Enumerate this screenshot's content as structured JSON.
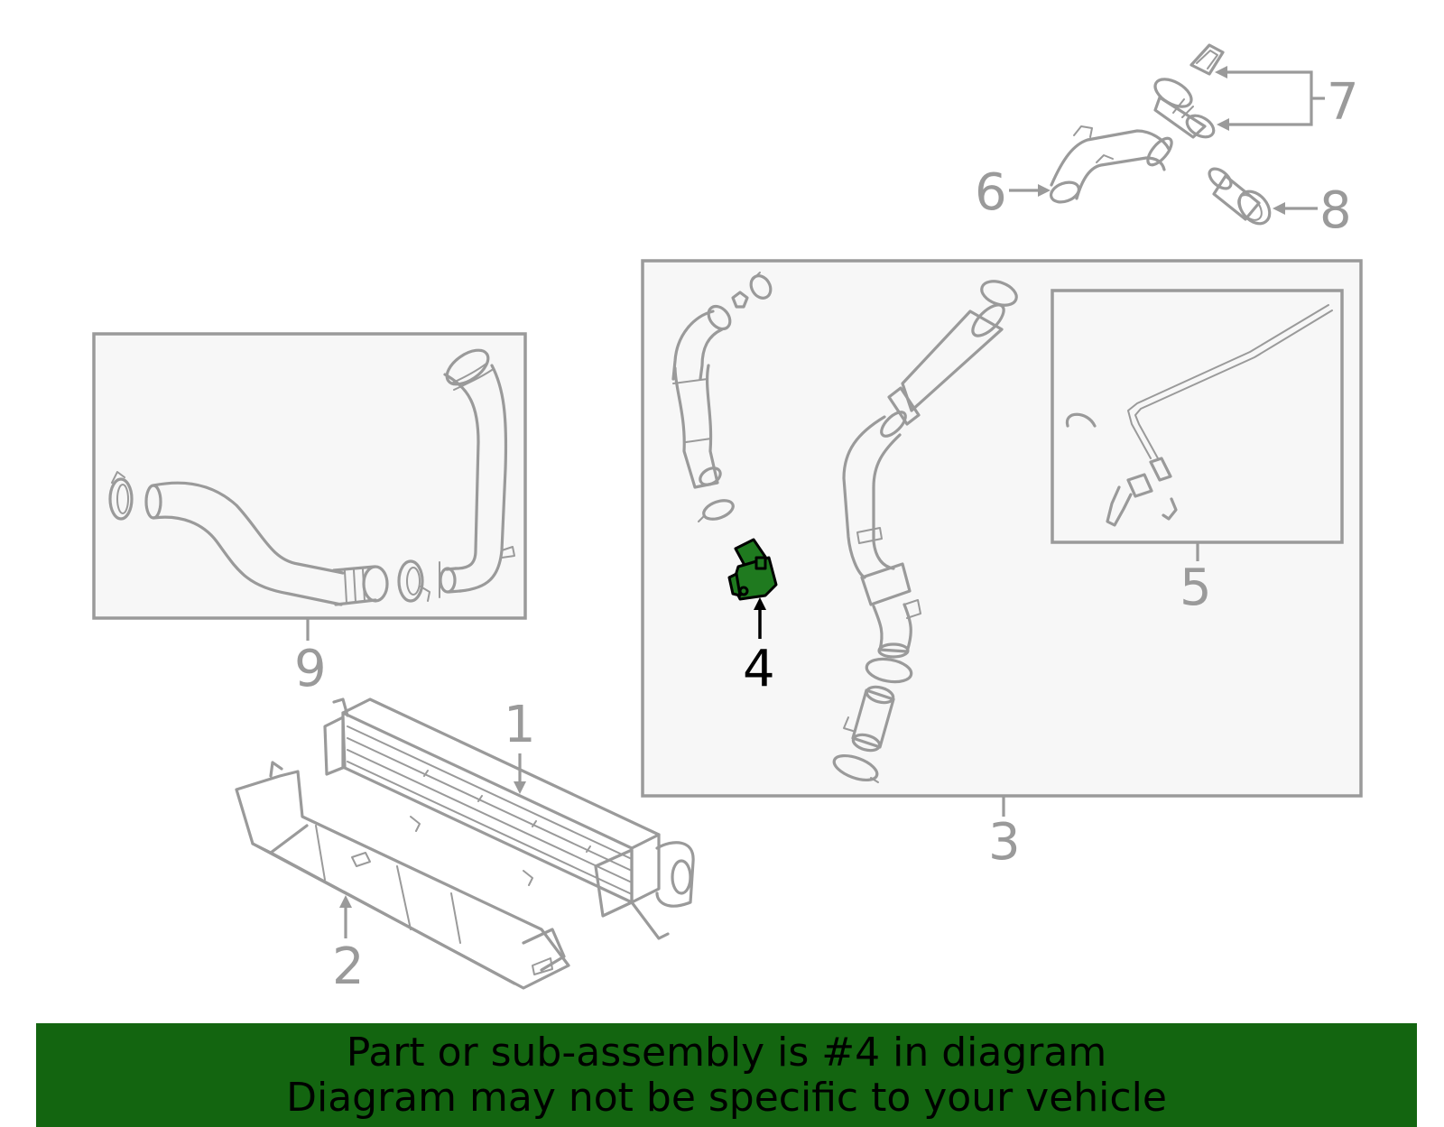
{
  "callouts": {
    "c1": "1",
    "c2": "2",
    "c3": "3",
    "c4": "4",
    "c5": "5",
    "c6": "6",
    "c7": "7",
    "c8": "8",
    "c9": "9"
  },
  "highlight": {
    "part_number": "4",
    "color": "#1f7a1f"
  },
  "banner": {
    "line1": "Part or sub-assembly is #4 in diagram",
    "line2": "Diagram may not be specific to your vehicle",
    "background": "#136510"
  }
}
